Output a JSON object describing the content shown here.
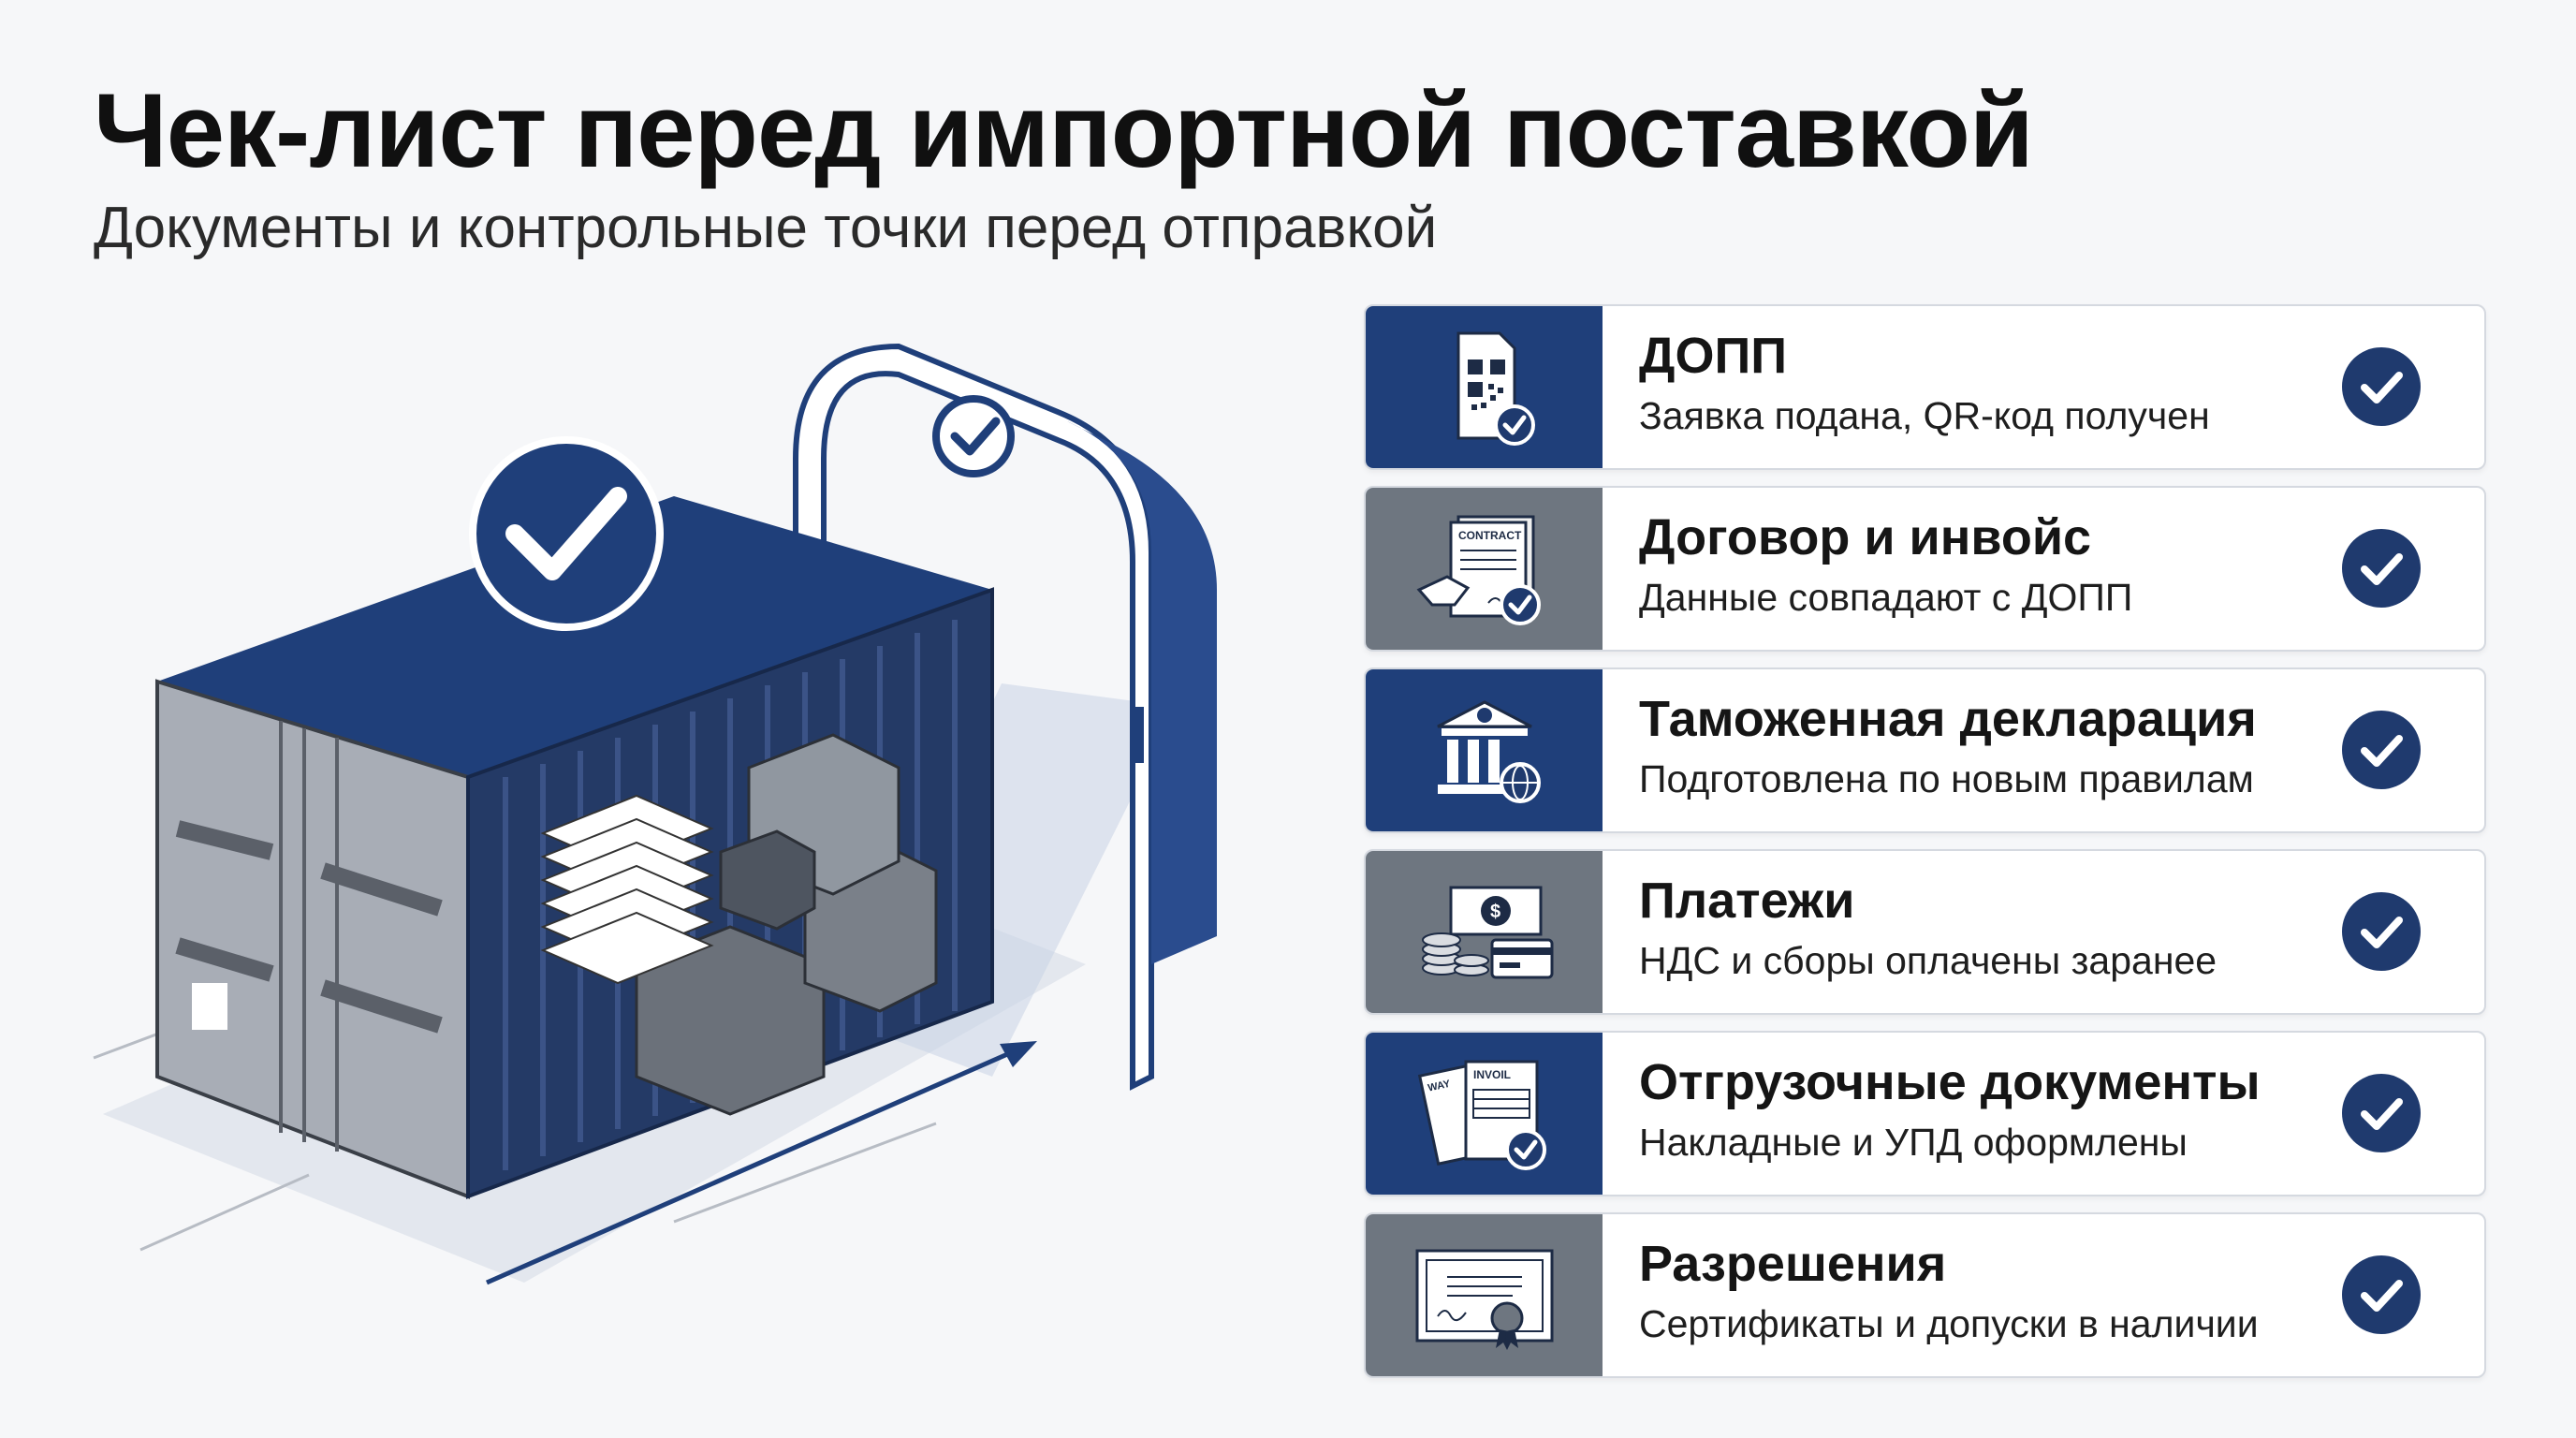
{
  "page": {
    "title": "Чек-лист перед импортной поставкой",
    "subtitle": "Документы и контрольные точки перед отправкой"
  },
  "colors": {
    "navy": "#1f3f7a",
    "gray": "#6e7680",
    "check": "#1f3a6e"
  },
  "illustration": {
    "contract_label": "CONTRACT",
    "invoice_label": "INVOIL",
    "waybill_label": "WAY"
  },
  "checklist": [
    {
      "title": "ДОПП",
      "subtitle": "Заявка подана, QR-код получен",
      "icon": "qr-document-icon",
      "status": "done"
    },
    {
      "title": "Договор и инвойс",
      "subtitle": "Данные совпадают с ДОПП",
      "icon": "contract-handshake-icon",
      "status": "done"
    },
    {
      "title": "Таможенная декларация",
      "subtitle": "Подготовлена по новым правилам",
      "icon": "customs-building-icon",
      "status": "done"
    },
    {
      "title": "Платежи",
      "subtitle": "НДС и сборы оплачены заранее",
      "icon": "payments-icon",
      "status": "done"
    },
    {
      "title": "Отгрузочные документы",
      "subtitle": "Накладные и УПД оформлены",
      "icon": "shipping-documents-icon",
      "status": "done"
    },
    {
      "title": "Разрешения",
      "subtitle": "Сертификаты и допуски в наличии",
      "icon": "certificate-icon",
      "status": "done"
    }
  ]
}
